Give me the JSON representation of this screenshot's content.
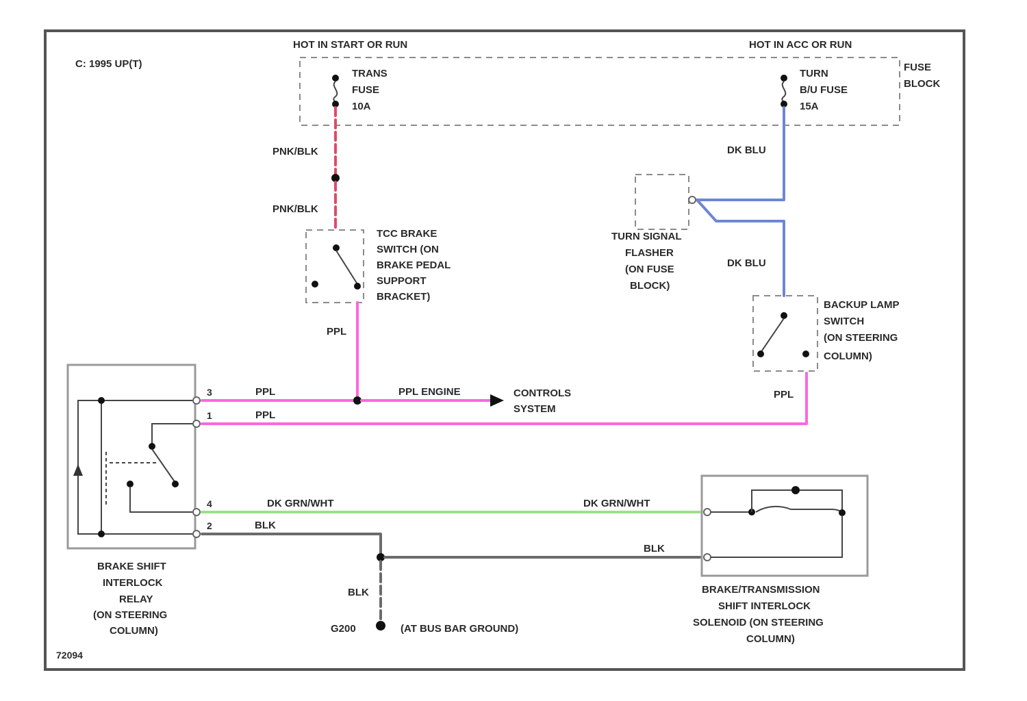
{
  "diagram": {
    "ref_code": "C: 1995 UP(T)",
    "figure_id": "72094",
    "hot_left": "HOT IN START OR RUN",
    "hot_right": "HOT IN ACC OR RUN",
    "fuse_left": [
      "TRANS",
      "FUSE",
      "10A"
    ],
    "fuse_right": [
      "TURN",
      "B/U FUSE",
      "15A"
    ],
    "fuse_block": [
      "FUSE",
      "BLOCK"
    ],
    "wire_pnk_blk_1": "PNK/BLK",
    "wire_pnk_blk_2": "PNK/BLK",
    "wire_dk_blu_1": "DK BLU",
    "wire_dk_blu_2": "DK BLU",
    "tcc_switch": [
      "TCC BRAKE",
      "SWITCH (ON",
      "BRAKE PEDAL",
      "SUPPORT",
      "BRACKET)"
    ],
    "flasher": [
      "TURN SIGNAL",
      "FLASHER",
      "(ON FUSE",
      "BLOCK)"
    ],
    "backup_switch": [
      "BACKUP LAMP",
      "SWITCH",
      "(ON STEERING",
      "COLUMN)"
    ],
    "wire_ppl_1": "PPL",
    "wire_ppl_2": "PPL",
    "wire_ppl_3": "PPL",
    "wire_ppl_4": "PPL",
    "wire_ppl_engine": "PPL ENGINE",
    "controls_system": [
      "CONTROLS",
      "SYSTEM"
    ],
    "wire_dk_grn_1": "DK GRN/WHT",
    "wire_dk_grn_2": "DK GRN/WHT",
    "wire_blk_1": "BLK",
    "wire_blk_2": "BLK",
    "wire_blk_3": "BLK",
    "ground_id": "G200",
    "ground_label": "(AT BUS BAR GROUND)",
    "pin_1": "3",
    "pin_2": "1",
    "pin_3": "4",
    "pin_4": "2",
    "relay_label": [
      "BRAKE SHIFT",
      "INTERLOCK",
      "RELAY",
      "(ON STEERING",
      "COLUMN)"
    ],
    "solenoid_label": [
      "BRAKE/TRANSMISSION",
      "SHIFT INTERLOCK",
      "SOLENOID (ON STEERING",
      "COLUMN)"
    ],
    "colors": {
      "pink": "#ff66dd",
      "pink_black": "#e04a6a",
      "blue": "#6f86d6",
      "green": "#9de08e",
      "black": "#6b6b6b"
    }
  }
}
